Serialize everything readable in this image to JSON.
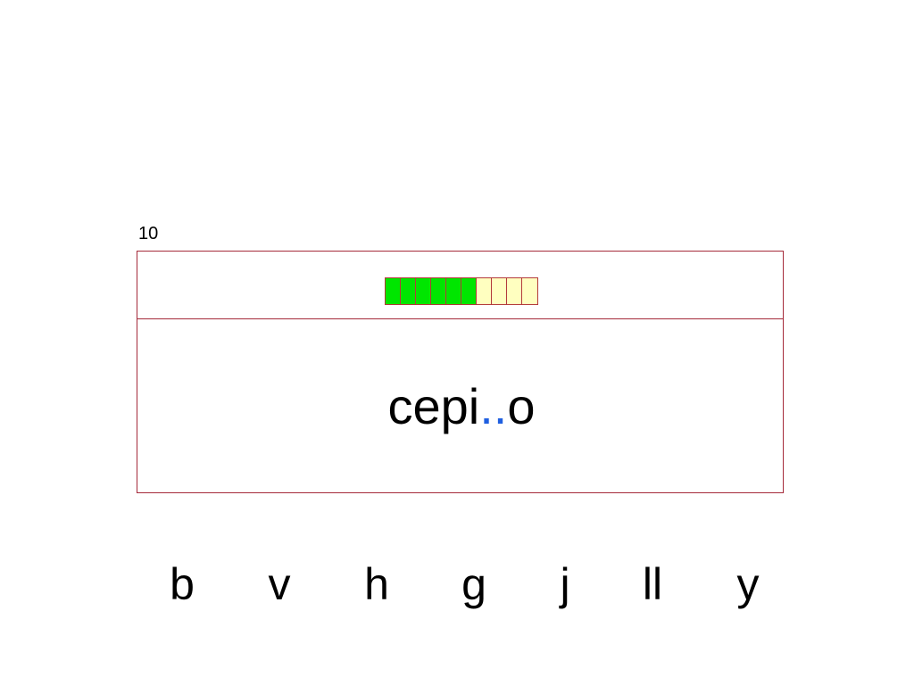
{
  "counter": "10",
  "progress": {
    "total": 10,
    "completed": 6,
    "done_color": "#00e600",
    "pending_color": "#ffffc0"
  },
  "word": {
    "prefix": "cepi",
    "gap": "..",
    "suffix": "o",
    "gap_color": "#1f5fe0"
  },
  "options": [
    "b",
    "v",
    "h",
    "g",
    "j",
    "ll",
    "y"
  ],
  "colors": {
    "border": "#a52a3a"
  }
}
